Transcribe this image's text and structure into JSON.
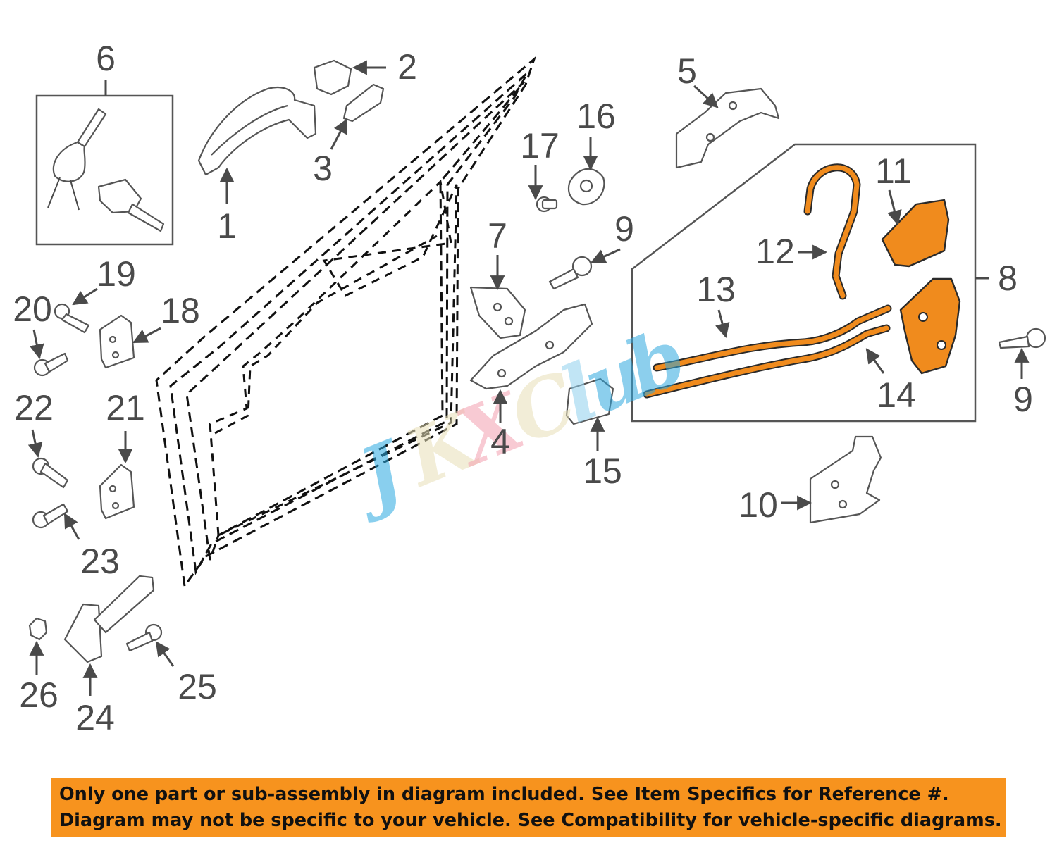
{
  "callouts": {
    "c1": "1",
    "c2": "2",
    "c3": "3",
    "c4": "4",
    "c5": "5",
    "c6": "6",
    "c7": "7",
    "c8": "8",
    "c9a": "9",
    "c9b": "9",
    "c10": "10",
    "c11": "11",
    "c12": "12",
    "c13": "13",
    "c14": "14",
    "c15": "15",
    "c16": "16",
    "c17": "17",
    "c18": "18",
    "c19": "19",
    "c20": "20",
    "c21": "21",
    "c22": "22",
    "c23": "23",
    "c24": "24",
    "c25": "25",
    "c26": "26"
  },
  "watermark": {
    "letters": [
      "J",
      "K",
      "X",
      "C",
      "l",
      "u",
      "b"
    ],
    "colors": [
      "#29a9e1",
      "#e8e0b8",
      "#f4a0b0",
      "#e8e0b8",
      "#8fd0ee",
      "#2fa8df",
      "#2fa8df"
    ]
  },
  "notice": {
    "line1": "Only one part or sub-assembly in diagram included. See Item Specifics for Reference #.",
    "line2": "Diagram may not be specific to your vehicle. See Compatibility for vehicle-specific diagrams."
  },
  "colors": {
    "highlight": "#f08b1d",
    "banner": "#f7931e"
  }
}
